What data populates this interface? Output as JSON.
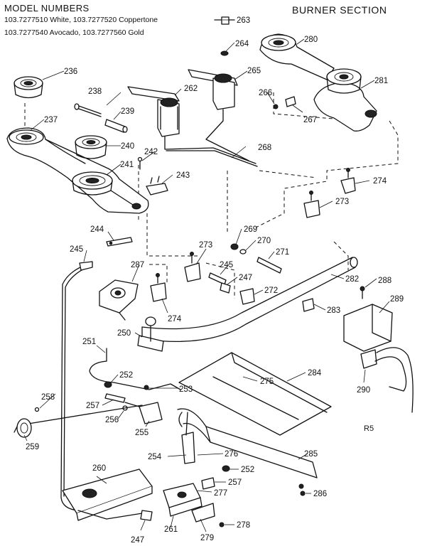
{
  "header": {
    "title": "MODEL NUMBERS",
    "models_line1": "103.7277510  White,  103.7277520  Coppertone",
    "models_line2": "103.7277540  Avocado,  103.7277560  Gold",
    "section": "BURNER SECTION"
  },
  "footer": {
    "code": "R5"
  },
  "parts": [
    {
      "ref": "236"
    },
    {
      "ref": "237"
    },
    {
      "ref": "238"
    },
    {
      "ref": "239"
    },
    {
      "ref": "240"
    },
    {
      "ref": "241"
    },
    {
      "ref": "242"
    },
    {
      "ref": "243"
    },
    {
      "ref": "244"
    },
    {
      "ref": "245"
    },
    {
      "ref": "245"
    },
    {
      "ref": "247"
    },
    {
      "ref": "247"
    },
    {
      "ref": "250"
    },
    {
      "ref": "251"
    },
    {
      "ref": "252"
    },
    {
      "ref": "252"
    },
    {
      "ref": "253"
    },
    {
      "ref": "254"
    },
    {
      "ref": "255"
    },
    {
      "ref": "256"
    },
    {
      "ref": "257"
    },
    {
      "ref": "257"
    },
    {
      "ref": "258"
    },
    {
      "ref": "259"
    },
    {
      "ref": "260"
    },
    {
      "ref": "261"
    },
    {
      "ref": "262"
    },
    {
      "ref": "263"
    },
    {
      "ref": "264"
    },
    {
      "ref": "265"
    },
    {
      "ref": "266"
    },
    {
      "ref": "267"
    },
    {
      "ref": "268"
    },
    {
      "ref": "269"
    },
    {
      "ref": "270"
    },
    {
      "ref": "271"
    },
    {
      "ref": "272"
    },
    {
      "ref": "273"
    },
    {
      "ref": "273"
    },
    {
      "ref": "274"
    },
    {
      "ref": "274"
    },
    {
      "ref": "275"
    },
    {
      "ref": "276"
    },
    {
      "ref": "277"
    },
    {
      "ref": "278"
    },
    {
      "ref": "279"
    },
    {
      "ref": "280"
    },
    {
      "ref": "281"
    },
    {
      "ref": "282"
    },
    {
      "ref": "283"
    },
    {
      "ref": "284"
    },
    {
      "ref": "285"
    },
    {
      "ref": "286"
    },
    {
      "ref": "287"
    },
    {
      "ref": "288"
    },
    {
      "ref": "289"
    },
    {
      "ref": "290"
    }
  ]
}
